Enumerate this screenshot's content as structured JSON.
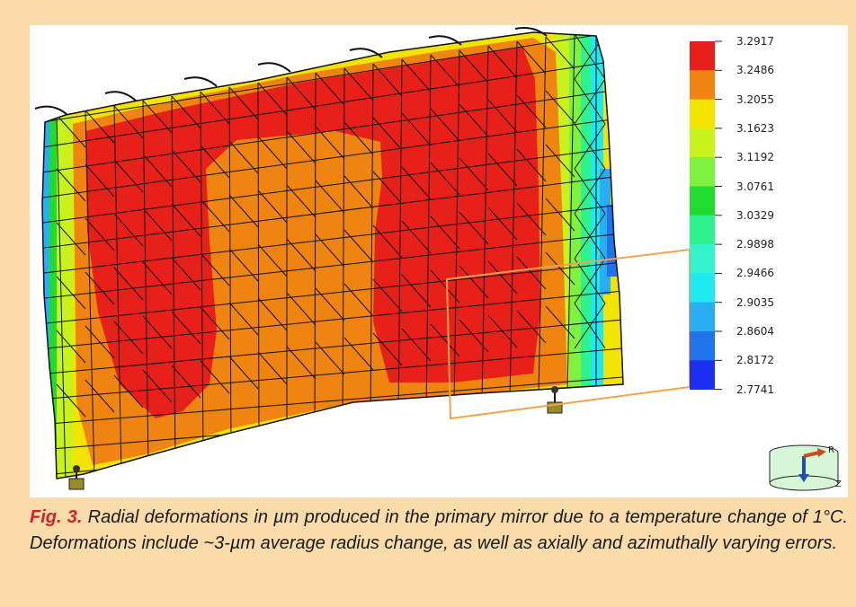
{
  "legend": {
    "values": [
      "3.2917",
      "3.2486",
      "3.2055",
      "3.1623",
      "3.1192",
      "3.0761",
      "3.0329",
      "2.9898",
      "2.9466",
      "2.9035",
      "2.8604",
      "2.8172",
      "2.7741"
    ],
    "colors": [
      "#e8201a",
      "#ef8410",
      "#f3e300",
      "#c9f21c",
      "#7ef23c",
      "#1fdc2f",
      "#2ef28b",
      "#33f2cc",
      "#1fe9f0",
      "#29aef4",
      "#1f73ec",
      "#1b2ff0"
    ]
  },
  "triad": {
    "r_label": "R",
    "z_label": "Z"
  },
  "caption": {
    "label": "Fig. 3.",
    "text": " Radial deformations in µm produced in the primary mirror due to a temperature change of 1°C. Deformations include ~3-µm average radius change, as well as axially and azimuthally varying errors."
  }
}
